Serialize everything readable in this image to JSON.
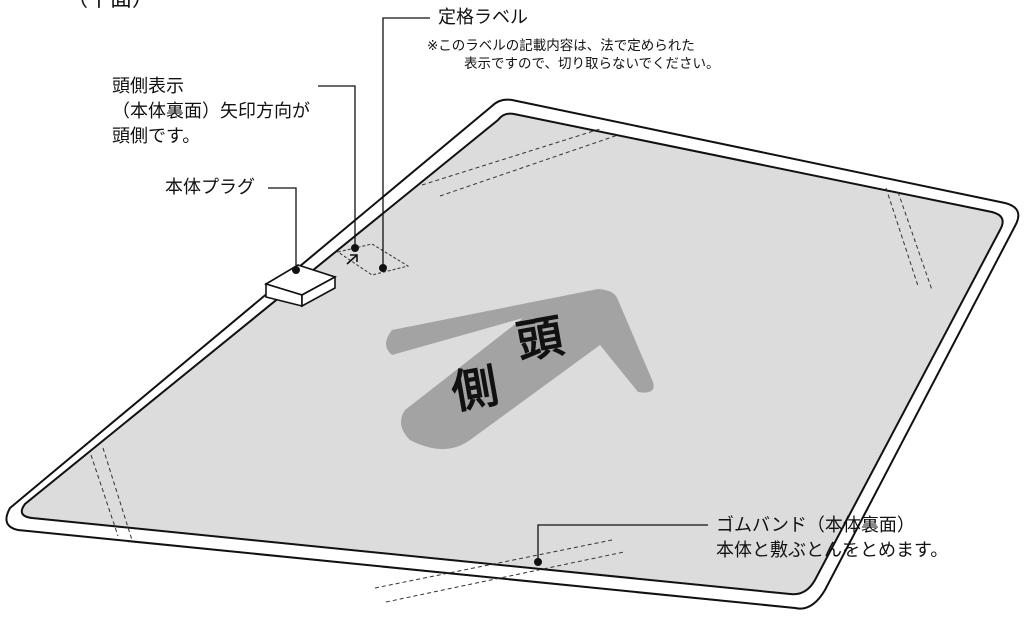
{
  "heading": "（平面）",
  "labels": {
    "rating_label": {
      "title": "定格ラベル",
      "note_lines": [
        "※このラベルの記載内容は、法で定められた",
        "表示ですので、切り取らないでください。"
      ]
    },
    "head_side_mark": {
      "lines": [
        "頭側表示",
        "（本体裏面）矢印方向が",
        "頭側です。"
      ]
    },
    "main_plug": {
      "title": "本体プラグ"
    },
    "rubber_band": {
      "lines": [
        "ゴムバンド（本体裏面）",
        "本体と敷ぶとんをとめます。"
      ]
    }
  },
  "arrow_text": [
    "頭",
    "側"
  ],
  "colors": {
    "pad_fill": "#dcdcdc",
    "arrow_fill": "#a3a3a3",
    "outline": "#111111"
  }
}
